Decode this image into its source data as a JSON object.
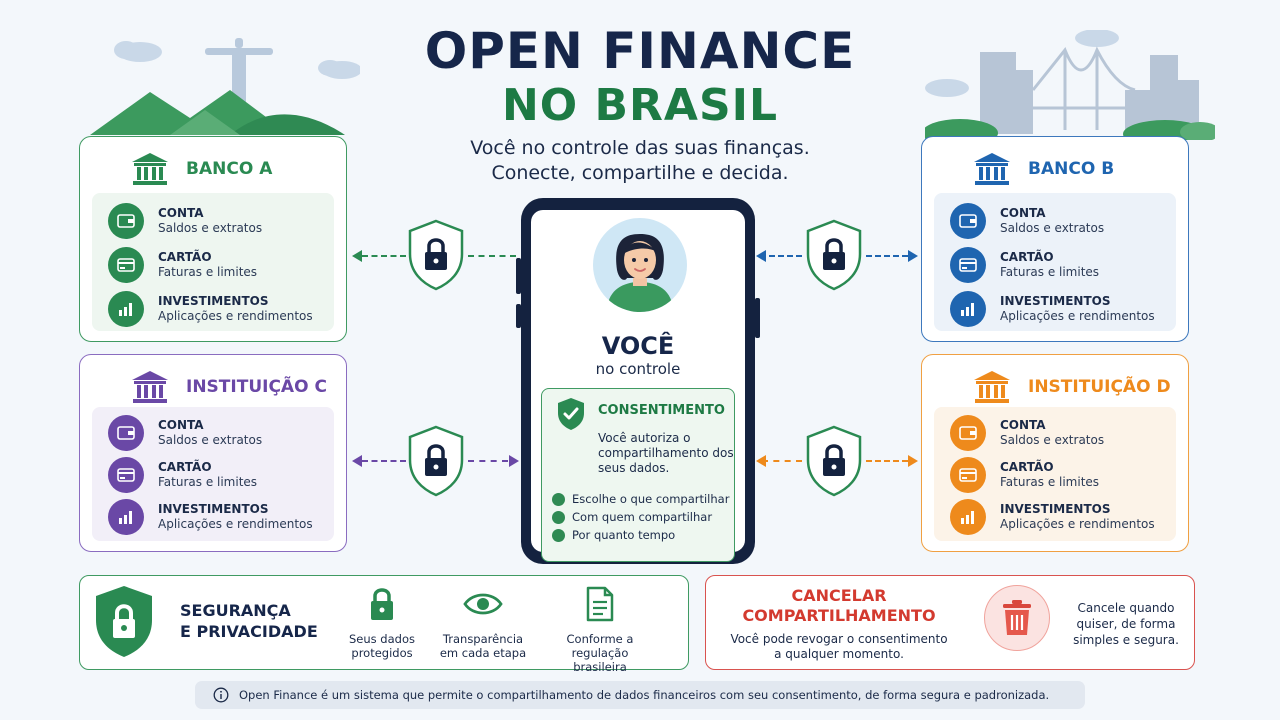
{
  "title_line1": "OPEN FINANCE",
  "title_line2": "NO BRASIL",
  "subtitle_line1": "Você no controle das suas finanças.",
  "subtitle_line2": "Conecte, compartilhe e decida.",
  "institutions": [
    {
      "name": "BANCO A",
      "color": "#2a8a52",
      "items": [
        {
          "title": "CONTA",
          "sub": "Saldos e extratos"
        },
        {
          "title": "CARTÃO",
          "sub": "Faturas e limites"
        },
        {
          "title": "INVESTIMENTOS",
          "sub": "Aplicações e rendimentos"
        }
      ]
    },
    {
      "name": "BANCO B",
      "color": "#1f65b0",
      "items": [
        {
          "title": "CONTA",
          "sub": "Saldos e extratos"
        },
        {
          "title": "CARTÃO",
          "sub": "Faturas e limites"
        },
        {
          "title": "INVESTIMENTOS",
          "sub": "Aplicações e rendimentos"
        }
      ]
    },
    {
      "name": "INSTITUIÇÃO C",
      "color": "#6a48a6",
      "items": [
        {
          "title": "CONTA",
          "sub": "Saldos e extratos"
        },
        {
          "title": "CARTÃO",
          "sub": "Faturas e limites"
        },
        {
          "title": "INVESTIMENTOS",
          "sub": "Aplicações e rendimentos"
        }
      ]
    },
    {
      "name": "INSTITUIÇÃO D",
      "color": "#ee8a1c",
      "items": [
        {
          "title": "CONTA",
          "sub": "Saldos e extratos"
        },
        {
          "title": "CARTÃO",
          "sub": "Faturas e limites"
        },
        {
          "title": "INVESTIMENTOS",
          "sub": "Aplicações e rendimentos"
        }
      ]
    }
  ],
  "phone": {
    "name": "VOCÊ",
    "subtitle": "no controle",
    "consent_title": "CONSENTIMENTO",
    "consent_body": "Você autoriza o compartilhamento dos seus dados.",
    "checks": [
      "Escolhe o que compartilhar",
      "Com quem compartilhar",
      "Por quanto tempo"
    ]
  },
  "security": {
    "title_line1": "SEGURANÇA",
    "title_line2": "E PRIVACIDADE",
    "features": [
      {
        "icon": "padlock-icon",
        "line1": "Seus dados",
        "line2": "protegidos"
      },
      {
        "icon": "eye-icon",
        "line1": "Transparência",
        "line2": "em cada etapa"
      },
      {
        "icon": "document-icon",
        "line1": "Conforme a",
        "line2": "regulação brasileira"
      }
    ]
  },
  "cancel": {
    "title_line1": "CANCELAR",
    "title_line2": "COMPARTILHAMENTO",
    "body_line1": "Você pode revogar o consentimento",
    "body_line2": "a qualquer momento.",
    "note_line1": "Cancele quando",
    "note_line2": "quiser, de forma",
    "note_line3": "simples e segura."
  },
  "footer": "Open Finance é um sistema que permite o compartilhamento de dados financeiros com seu consentimento, de forma segura e padronizada.",
  "colors": {
    "navy": "#16264a",
    "green": "#1d7a44",
    "red": "#d33a2f"
  }
}
